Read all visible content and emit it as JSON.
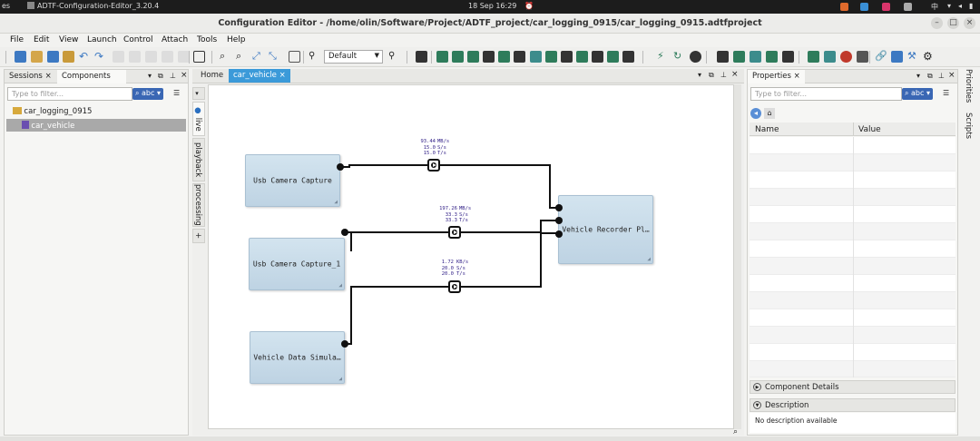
{
  "os": {
    "left_fragment": "es",
    "app_name": "ADTF-Configuration-Editor_3.20.4",
    "datetime": "18 Sep  16:29",
    "lang": "中"
  },
  "window": {
    "title": "Configuration Editor - /home/olin/Software/Project/ADTF_project/car_logging_0915/car_logging_0915.adtfproject",
    "minimize": "–",
    "maximize": "□",
    "close": "×"
  },
  "menu": [
    "File",
    "Edit",
    "View",
    "Launch",
    "Control",
    "Attach",
    "Tools",
    "Help"
  ],
  "toolbar": {
    "profile_combo": "Default"
  },
  "left_panel": {
    "tabs": [
      "Sessions",
      "Components"
    ],
    "filter_placeholder": "Type to filter...",
    "filter_mode": "abc",
    "tree": [
      {
        "label": "car_logging_0915",
        "icon": "folder-icon"
      },
      {
        "label": "car_vehicle",
        "icon": "session-icon",
        "selected": true
      }
    ]
  },
  "editor": {
    "tabs": [
      "Home",
      "car_vehicle"
    ],
    "side_tabs": [
      "live",
      "playback",
      "processing",
      "+"
    ],
    "blocks": [
      {
        "id": "b1",
        "label": "Usb Camera Capture"
      },
      {
        "id": "b2",
        "label": "Usb Camera Capture_1"
      },
      {
        "id": "b3",
        "label": "Vehicle Data Simula…"
      },
      {
        "id": "b4",
        "label": "Vehicle Recorder Pl…"
      }
    ],
    "streams": [
      {
        "values": [
          "93.44",
          "15.0",
          "15.0"
        ],
        "units": [
          "MB/s",
          "S/s",
          "T/s"
        ]
      },
      {
        "values": [
          "197.26",
          "33.3",
          "33.3"
        ],
        "units": [
          "MB/s",
          "S/s",
          "T/s"
        ]
      },
      {
        "values": [
          "1.72",
          "20.0",
          "20.0"
        ],
        "units": [
          "KB/s",
          "S/s",
          "T/s"
        ]
      }
    ]
  },
  "properties": {
    "tab": "Properties",
    "filter_placeholder": "Type to filter...",
    "filter_mode": "abc",
    "columns": [
      "Name",
      "Value"
    ],
    "sections": [
      "Component Details",
      "Description"
    ],
    "description_text": "No description available"
  },
  "right_tabs": [
    "Priorities",
    "Scripts"
  ],
  "colors": {
    "accent": "#3a67b4",
    "block": "#c6d9e7",
    "stats": "#332288"
  }
}
